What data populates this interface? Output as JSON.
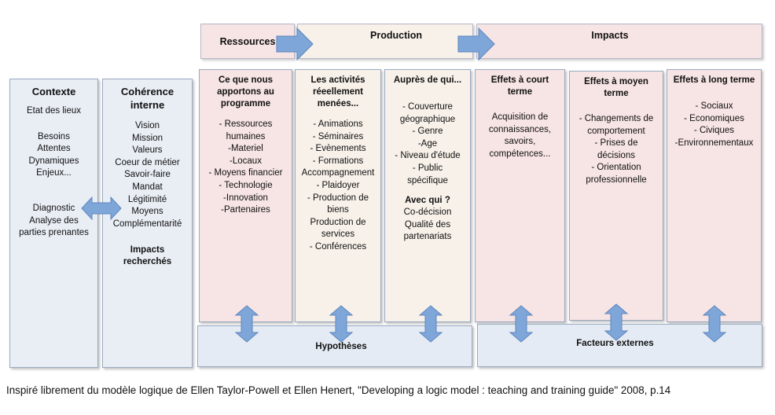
{
  "header": {
    "ressources": "Ressources",
    "production": "Production",
    "impacts": "Impacts"
  },
  "contexte": {
    "title": "Contexte",
    "lines_a": [
      "Etat des lieux"
    ],
    "lines_b": [
      "Besoins",
      "Attentes",
      "Dynamiques",
      "Enjeux..."
    ],
    "lines_c": [
      "Diagnostic",
      "Analyse des",
      "parties prenantes"
    ]
  },
  "coherence": {
    "title_1": "Cohérence",
    "title_2": "interne",
    "lines": [
      "Vision",
      "Mission",
      "Valeurs",
      "Coeur de métier",
      "Savoir-faire",
      "Mandat",
      "Légitimité",
      "Moyens",
      "Complémentarité"
    ],
    "bold_1": "Impacts",
    "bold_2": "recherchés"
  },
  "ressources_col": {
    "title": [
      "Ce que nous",
      "apportons au",
      "programme"
    ],
    "lines": [
      "- Ressources",
      "humaines",
      "-Materiel",
      "-Locaux",
      "- Moyens financier",
      "- Technologie",
      "-Innovation",
      "-Partenaires"
    ]
  },
  "activites_col": {
    "title": [
      "Les activités",
      "réeellement",
      "menées..."
    ],
    "lines": [
      "- Animations",
      "- Séminaires",
      "- Evènements",
      "- Formations",
      "Accompagnement",
      "- Plaidoyer",
      "- Production de",
      "biens",
      "Production de",
      "services",
      "- Conférences"
    ]
  },
  "aupres_col": {
    "title": "Auprès de qui...",
    "lines": [
      "- Couverture",
      "géographique",
      "- Genre",
      "-Age",
      "- Niveau d'étude",
      "- Public",
      "spécifique"
    ],
    "avec_title": "Avec qui ?",
    "avec_lines": [
      "Co-décision",
      "Qualité des",
      "partenariats"
    ]
  },
  "court_col": {
    "title": [
      "Effets à court",
      "terme"
    ],
    "lines": [
      "Acquisition de",
      "connaissances,",
      "savoirs,",
      "compétences..."
    ]
  },
  "moyen_col": {
    "title": [
      "Effets à moyen",
      "terme"
    ],
    "lines": [
      "- Changements de",
      "comportement",
      "- Prises de",
      "décisions",
      "- Orientation",
      "professionnelle"
    ]
  },
  "long_col": {
    "title": "Effets à long terme",
    "lines": [
      "- Sociaux",
      "- Economiques",
      "- Civiques",
      "-Environnementaux"
    ]
  },
  "bottom": {
    "hypotheses": "Hypothèses",
    "facteurs": "Facteurs externes"
  },
  "caption": "Inspiré librement du modèle logique de Ellen Taylor-Powell et Ellen Henert, \"Developing a logic model : teaching and training guide\" 2008, p.14",
  "colors": {
    "pink": "#f7e4e4",
    "blue": "#e9eef5",
    "cream": "#f7f1e9",
    "arrow": "#7ea6d9"
  }
}
